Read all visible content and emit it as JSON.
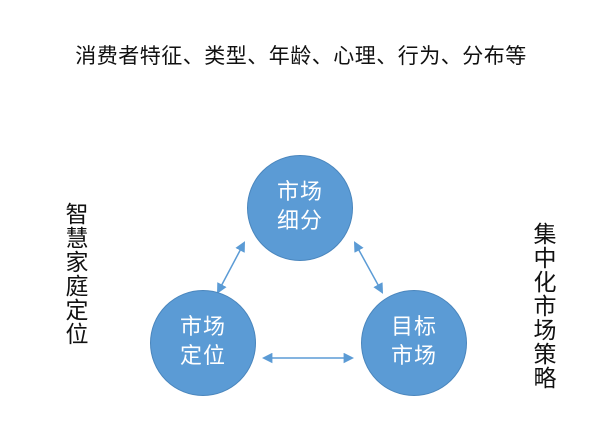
{
  "top_caption": "消费者特征、类型、年龄、心理、行为、分布等",
  "left_label": "智慧家庭定位",
  "right_label": "集中化市场策略",
  "nodes": {
    "top": {
      "line1": "市场",
      "line2": "细分"
    },
    "left": {
      "line1": "市场",
      "line2": "定位"
    },
    "right": {
      "line1": "目标",
      "line2": "市场"
    }
  },
  "colors": {
    "node_fill": "#5b9bd5",
    "arrow": "#5b9bd5",
    "text": "#111111"
  }
}
